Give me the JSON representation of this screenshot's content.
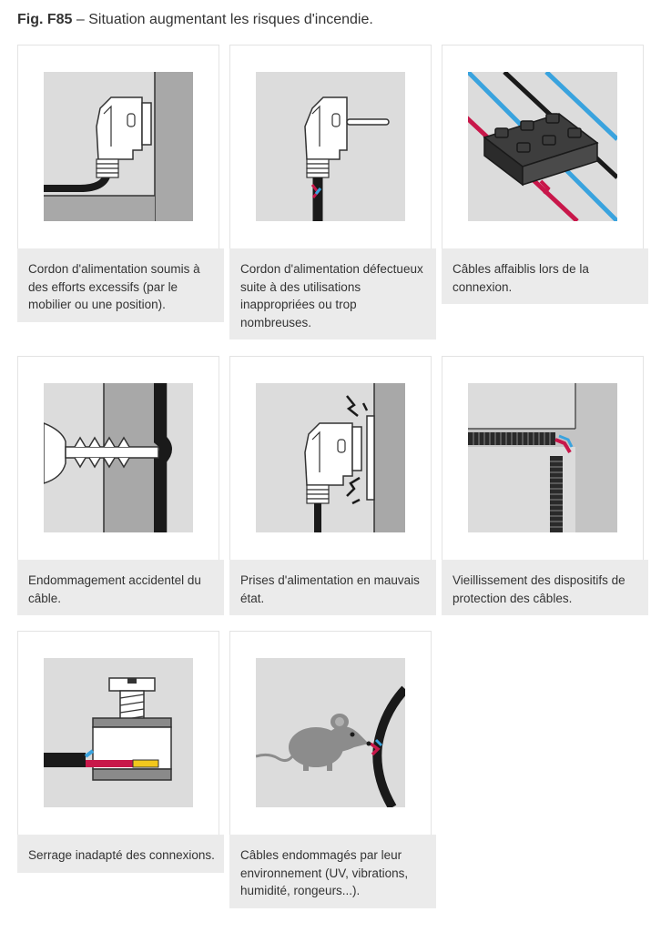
{
  "figure": {
    "label": "Fig. F85",
    "title": " – Situation augmentant les risques d'incendie."
  },
  "cards": [
    {
      "caption": "Cordon d'alimentation soumis à des efforts excessifs (par le mobilier ou une position)."
    },
    {
      "caption": "Cordon d'alimentation défectueux suite à des utilisations inappropriées ou trop nombreuses."
    },
    {
      "caption": "Câbles affaiblis lors de la connexion."
    },
    {
      "caption": "Endommagement accidentel du câble."
    },
    {
      "caption": "Prises d'alimentation en mauvais état."
    },
    {
      "caption": "Vieillissement des dispositifs de protection des câbles."
    },
    {
      "caption": "Serrage inadapté des connexions."
    },
    {
      "caption": "Câbles endommagés par leur environnement (UV, vibrations, humidité, rongeurs...)."
    }
  ],
  "colors": {
    "panel": "#dcdcdc",
    "wall": "#a8a8a8",
    "cable": "#1a1a1a",
    "red": "#c8174a",
    "blue": "#3aa3de",
    "yellow": "#f2c81d",
    "mouse": "#8c8c8c"
  }
}
